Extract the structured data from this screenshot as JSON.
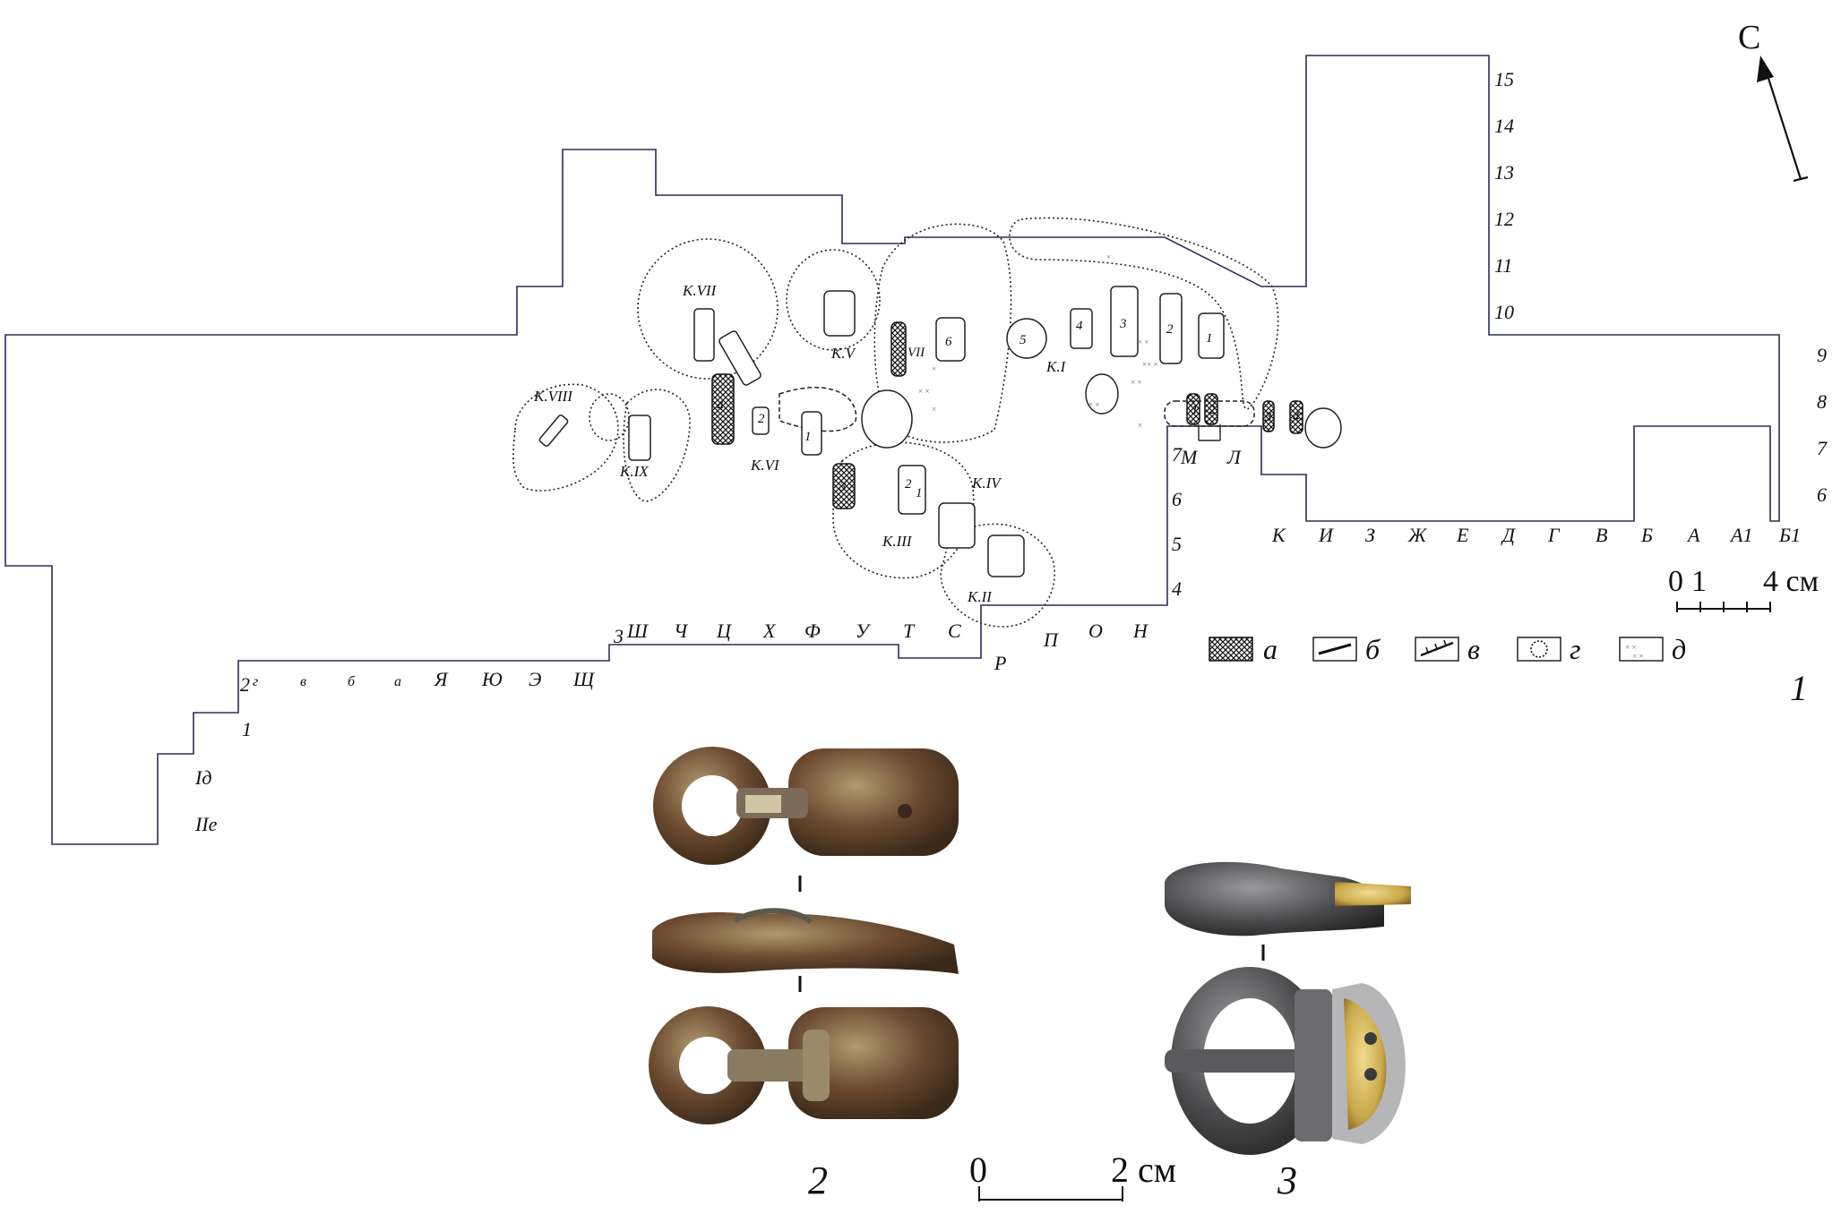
{
  "north_label": "С",
  "figure_number_main": "1",
  "column_labels_east": [
    "К",
    "И",
    "З",
    "Ж",
    "Е",
    "Д",
    "Г",
    "В",
    "Б",
    "А",
    "А1",
    "Б1"
  ],
  "column_labels_center": [
    "Ш",
    "Ч",
    "Ц",
    "Х",
    "Ф",
    "У",
    "Т",
    "С"
  ],
  "column_labels_pon": [
    "П",
    "О",
    "Н"
  ],
  "column_label_r": "Р",
  "column_labels_west": [
    "г",
    "в",
    "б",
    "а",
    "Я",
    "Ю",
    "Э",
    "Щ"
  ],
  "column_labels_ml": [
    "М",
    "Л"
  ],
  "row_labels_east": [
    "9",
    "8",
    "7",
    "6"
  ],
  "row_labels_north": [
    "15",
    "14",
    "13",
    "12",
    "11",
    "10"
  ],
  "row_labels_center": [
    "7",
    "6",
    "5",
    "4"
  ],
  "row_label_3": "3",
  "row_label_2": "2",
  "row_labels_west": [
    "1",
    "Iд",
    "IIе"
  ],
  "kurgans": [
    "K.I",
    "K.II",
    "K.III",
    "K.IV",
    "K.V",
    "K.VI",
    "K.VII",
    "K.VIII",
    "K.IX"
  ],
  "grave_numbers": [
    "1",
    "2",
    "3",
    "4",
    "5",
    "6",
    "VII",
    "1",
    "2",
    "3",
    "4",
    "1",
    "2",
    "3",
    "4",
    "1",
    "2"
  ],
  "legend": [
    {
      "key": "а",
      "symbol": "crosshatch"
    },
    {
      "key": "б",
      "symbol": "solid-line"
    },
    {
      "key": "в",
      "symbol": "ticked-line"
    },
    {
      "key": "г",
      "symbol": "dotted-circle"
    },
    {
      "key": "д",
      "symbol": "scattered-crosses"
    }
  ],
  "scale_main": {
    "left": "0",
    "mid": "1",
    "right": "4 см"
  },
  "scale_finds": {
    "left": "0",
    "right": "2 см"
  },
  "find_labels": [
    "2",
    "3"
  ],
  "colors": {
    "grid": "#c9ccd6",
    "outline": "#2a2f55",
    "bronze": "#6b4a30",
    "iron": "#4a4a4c",
    "gold": "#c9a84a"
  }
}
